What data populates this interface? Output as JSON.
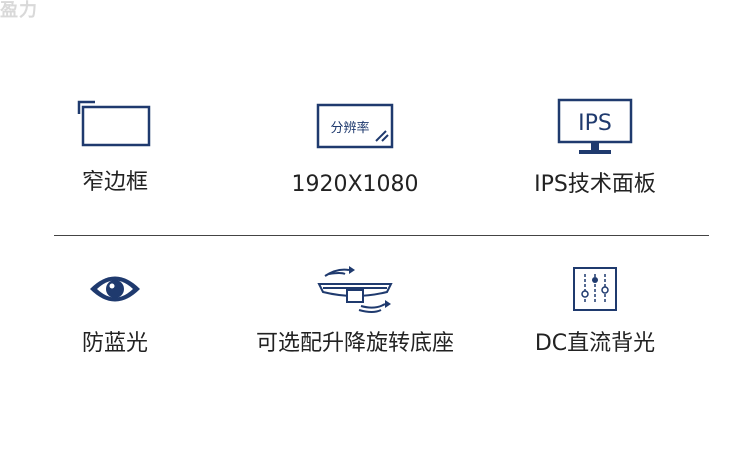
{
  "watermark": {
    "text": "盈力"
  },
  "colors": {
    "icon": "#1f3a6e",
    "text": "#222222",
    "divider": "#444444",
    "watermark": "#d9d9d9"
  },
  "features": [
    {
      "label": "窄边框",
      "icon": "narrow-bezel-icon"
    },
    {
      "label": "1920X1080",
      "icon": "resolution-icon",
      "icon_text": "分辨率"
    },
    {
      "label": "IPS技术面板",
      "icon": "ips-monitor-icon",
      "icon_text": "IPS"
    },
    {
      "label": "防蓝光",
      "icon": "eye-icon"
    },
    {
      "label": "可选配升降旋转底座",
      "icon": "rotating-stand-icon"
    },
    {
      "label": "DC直流背光",
      "icon": "slider-controls-icon"
    }
  ]
}
